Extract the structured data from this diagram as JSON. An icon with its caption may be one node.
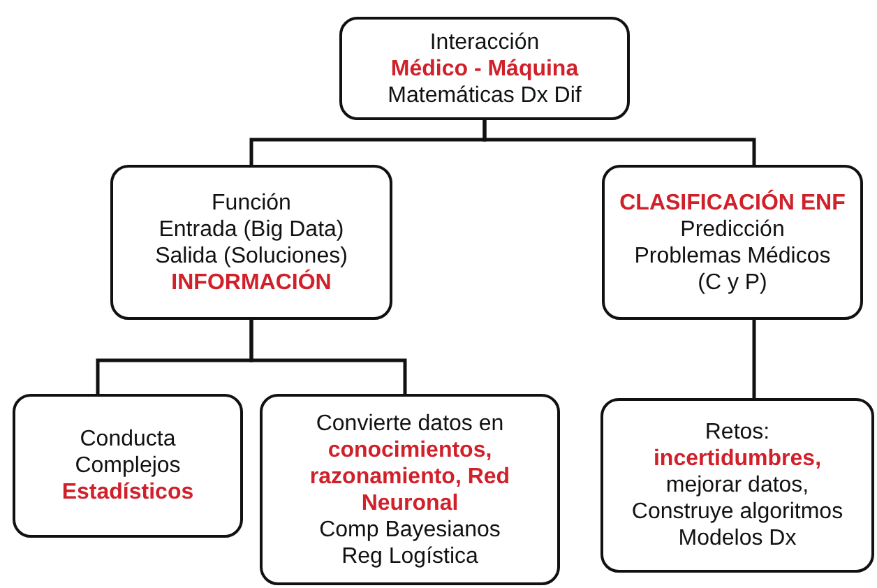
{
  "diagram": {
    "nodes": [
      {
        "text": [
          "Interacción",
          "Médico - Máquina",
          "Matemáticas Dx Dif"
        ]
      },
      {
        "text": [
          "Función",
          "Entrada (Big Data)",
          "Salida (Soluciones)",
          "INFORMACIÓN"
        ]
      },
      {
        "text": [
          "CLASIFICACIÓN ENF",
          "Predicción",
          "Problemas Médicos (C y P)"
        ]
      },
      {
        "text": [
          "Conducta",
          "Complejos",
          "Estadísticos"
        ]
      },
      {
        "text": [
          "Convierte datos en **conocimientos, razonamiento, Red Neuronal**",
          "Comp Bayesianos",
          "Reg Logística"
        ]
      },
      {
        "text": [
          "Retos:",
          "incertidumbres,",
          "mejorar datos,",
          "Construye algoritmos",
          "Modelos Dx"
        ]
      }
    ],
    "edges": [
      {
        "from": 0,
        "to": 1,
        "arrow": "none"
      },
      {
        "from": 0,
        "to": 2,
        "arrow": "none"
      },
      {
        "from": 1,
        "to": 3,
        "arrow": "none"
      },
      {
        "from": 1,
        "to": 4,
        "arrow": "none"
      },
      {
        "from": 2,
        "to": 5,
        "arrow": "none"
      }
    ]
  }
}
